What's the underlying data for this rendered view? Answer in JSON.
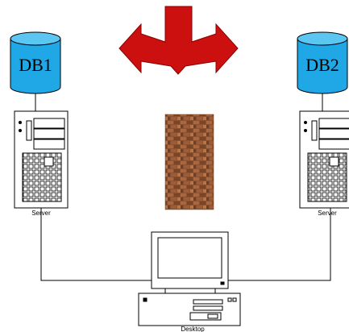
{
  "databases": [
    {
      "label": "DB1"
    },
    {
      "label": "DB2"
    }
  ],
  "servers": [
    {
      "label": "Server"
    },
    {
      "label": "Server"
    }
  ],
  "desktop": {
    "label": "Desktop"
  },
  "colors": {
    "db_fill": "#1fa7e6",
    "arrow_fill": "#cc0f0f",
    "line": "#000000",
    "wall_base": "#8a5232"
  },
  "icons": {
    "split_arrow": "split-arrow-icon",
    "wall": "brick-wall-icon",
    "server": "server-icon",
    "desktop": "desktop-computer-icon",
    "database": "database-cylinder-icon"
  }
}
